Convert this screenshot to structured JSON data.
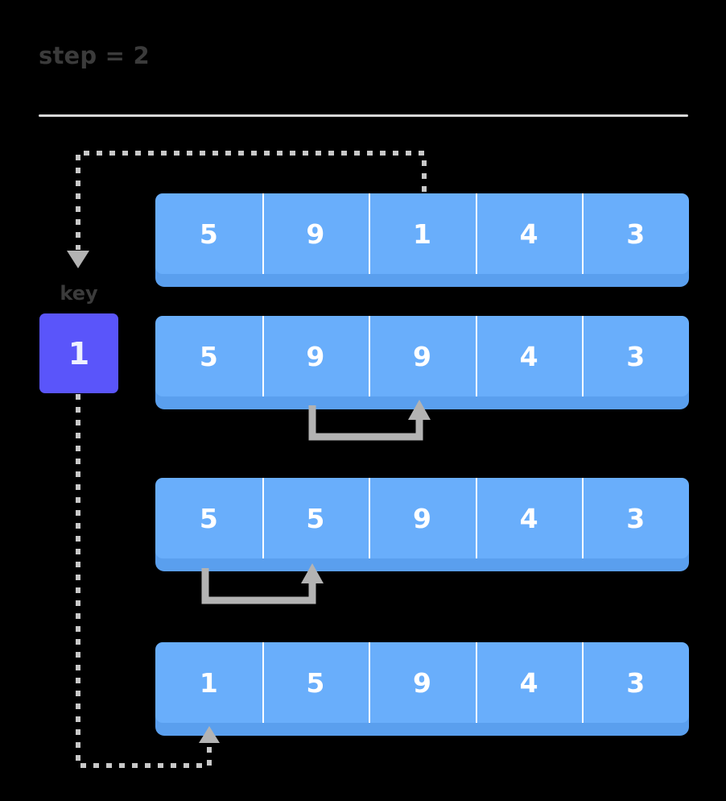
{
  "header": {
    "title": "step = 2"
  },
  "key": {
    "label": "key",
    "value": "1",
    "color": "#5a55fa",
    "text_color": "#eef0ff"
  },
  "palette": {
    "background": "#000000",
    "cell_fill": "#69aefb",
    "cell_shadow": "#5a9fee",
    "cell_text": "#ffffff",
    "divider": "#d8d8d8",
    "title_text": "#3b3b3b",
    "connector_solid": "#b3b3b3",
    "connector_dotted": "#c8c8c8"
  },
  "rows": [
    {
      "name": "array-row-1",
      "cells": [
        "5",
        "9",
        "1",
        "4",
        "3"
      ]
    },
    {
      "name": "array-row-2",
      "cells": [
        "5",
        "9",
        "9",
        "4",
        "3"
      ]
    },
    {
      "name": "array-row-3",
      "cells": [
        "5",
        "5",
        "9",
        "4",
        "3"
      ]
    },
    {
      "name": "array-row-4",
      "cells": [
        "1",
        "5",
        "9",
        "4",
        "3"
      ]
    }
  ],
  "connectors": [
    {
      "name": "key-extract-arrow",
      "style": "dotted",
      "from": "array-row-1-cell-3",
      "to": "key-box"
    },
    {
      "name": "shift-arrow-row-2",
      "style": "solid",
      "from": "array-row-2-cell-2",
      "to": "array-row-2-cell-3"
    },
    {
      "name": "shift-arrow-row-3",
      "style": "solid",
      "from": "array-row-3-cell-1",
      "to": "array-row-3-cell-2"
    },
    {
      "name": "key-insert-arrow",
      "style": "dotted",
      "from": "key-box",
      "to": "array-row-4-cell-1"
    }
  ]
}
